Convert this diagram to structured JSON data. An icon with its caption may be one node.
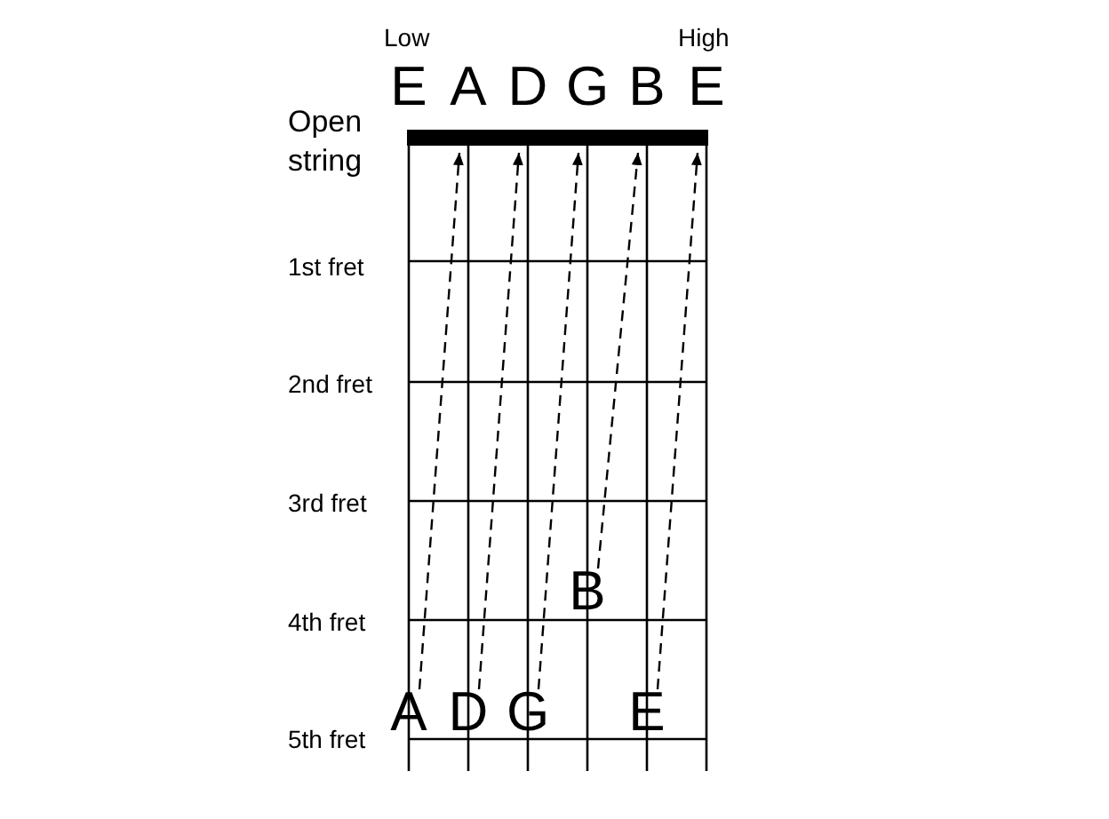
{
  "diagram": {
    "nodes": [
      {
        "text": [
          "E"
        ],
        "beside": [
          "Low"
        ]
      },
      {
        "text": [
          "A"
        ]
      },
      {
        "text": [
          "D"
        ]
      },
      {
        "text": [
          "G"
        ]
      },
      {
        "text": [
          "B"
        ]
      },
      {
        "text": [
          "E"
        ],
        "beside": [
          "High"
        ]
      },
      {
        "text": [
          "B"
        ]
      },
      {
        "text": [
          "A"
        ]
      },
      {
        "text": [
          "D"
        ]
      },
      {
        "text": [
          "G"
        ]
      },
      {
        "text": [
          "E"
        ]
      }
    ],
    "edges": [
      {
        "from": 7,
        "to": 1,
        "arrow": "to",
        "style": "dashed"
      },
      {
        "from": 8,
        "to": 2,
        "arrow": "to",
        "style": "dashed"
      },
      {
        "from": 9,
        "to": 3,
        "arrow": "to",
        "style": "dashed"
      },
      {
        "from": 6,
        "to": 4,
        "arrow": "to",
        "style": "dashed"
      },
      {
        "from": 10,
        "to": 5,
        "arrow": "to",
        "style": "dashed"
      }
    ],
    "labels": [
      "Open string",
      "1st fret",
      "2nd fret",
      "3rd fret",
      "4th fret",
      "5th fret"
    ]
  }
}
